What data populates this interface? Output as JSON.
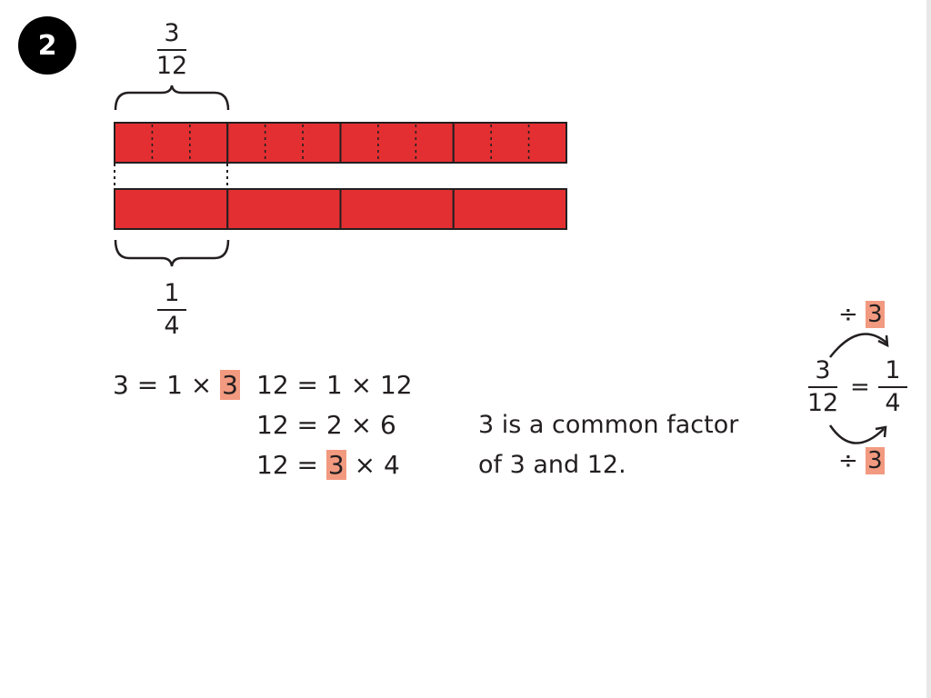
{
  "step": {
    "number": "2"
  },
  "top_fraction": {
    "numerator": "3",
    "denominator": "12"
  },
  "bottom_fraction": {
    "numerator": "1",
    "denominator": "4"
  },
  "bar_model": {
    "fill_color": "#e42f32",
    "top_bar": {
      "parts": 4,
      "subdivisions_per_part": 3,
      "bracketed_parts": 1
    },
    "bottom_bar": {
      "parts": 4,
      "bracketed_parts": 1
    }
  },
  "factors_of_3": [
    {
      "lhs": "3 = 1 × ",
      "highlight": "3",
      "rhs": ""
    }
  ],
  "factors_of_12": [
    {
      "lhs": "12 = 1 × 12",
      "highlight": "",
      "rhs": ""
    },
    {
      "lhs": "12 = 2 × 6",
      "highlight": "",
      "rhs": ""
    },
    {
      "lhs": "12 = ",
      "highlight": "3",
      "rhs": " × 4"
    }
  ],
  "note": {
    "line1": "3 is a common factor",
    "line2": "of 3 and 12."
  },
  "simplification": {
    "divide_symbol": "÷",
    "divisor": "3",
    "left": {
      "numerator": "3",
      "denominator": "12"
    },
    "equals": "=",
    "right": {
      "numerator": "1",
      "denominator": "4"
    }
  },
  "highlight_color": "#f29a80"
}
